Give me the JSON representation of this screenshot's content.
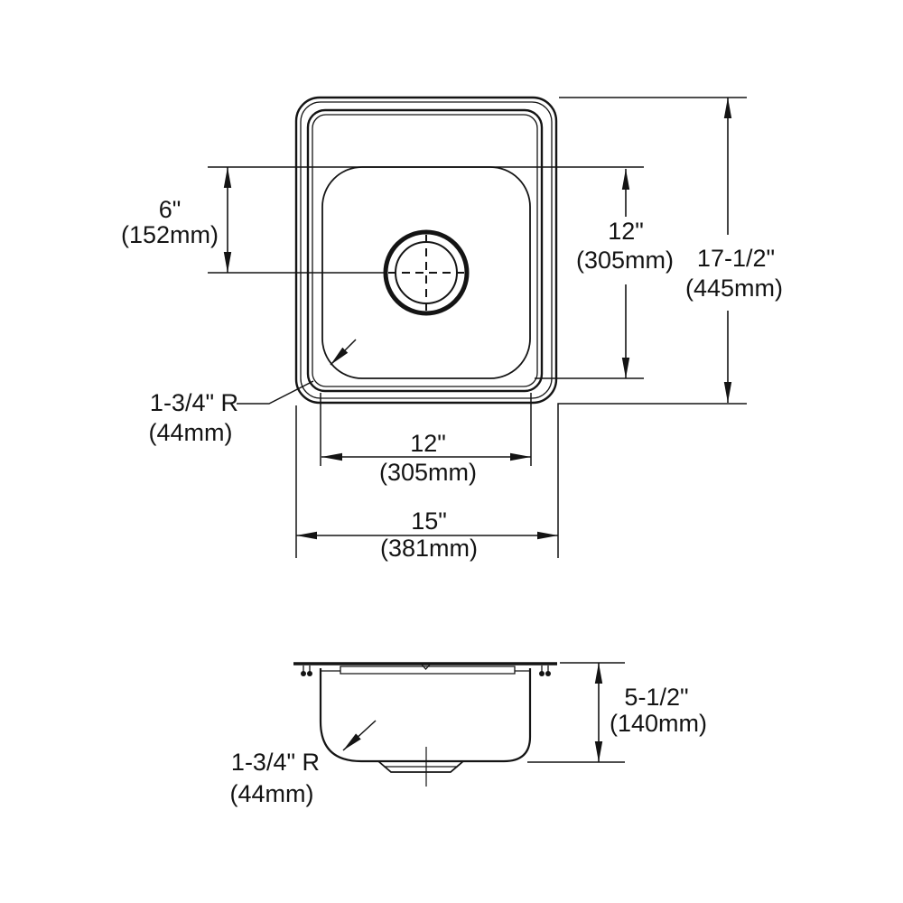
{
  "drawing_title": "sink-dimension-drawing",
  "colors": {
    "line": "#141414",
    "background": "#ffffff"
  },
  "views": {
    "top": {
      "name": "top-plan-view",
      "dimensions": {
        "drain_offset_vertical": {
          "inches": "6\"",
          "metric": "(152mm)"
        },
        "bowl_front_to_back": {
          "inches": "12\"",
          "metric": "(305mm)"
        },
        "overall_front_to_back": {
          "inches": "17-1/2\"",
          "metric": "(445mm)"
        },
        "bowl_corner_radius": {
          "inches": "1-3/4\" R",
          "metric": "(44mm)"
        },
        "bowl_side_to_side": {
          "inches": "12\"",
          "metric": "(305mm)"
        },
        "overall_side_to_side": {
          "inches": "15\"",
          "metric": "(381mm)"
        }
      }
    },
    "side": {
      "name": "side-profile-view",
      "dimensions": {
        "bowl_corner_radius": {
          "inches": "1-3/4\" R",
          "metric": "(44mm)"
        },
        "bowl_depth": {
          "inches": "5-1/2\"",
          "metric": "(140mm)"
        }
      }
    }
  }
}
